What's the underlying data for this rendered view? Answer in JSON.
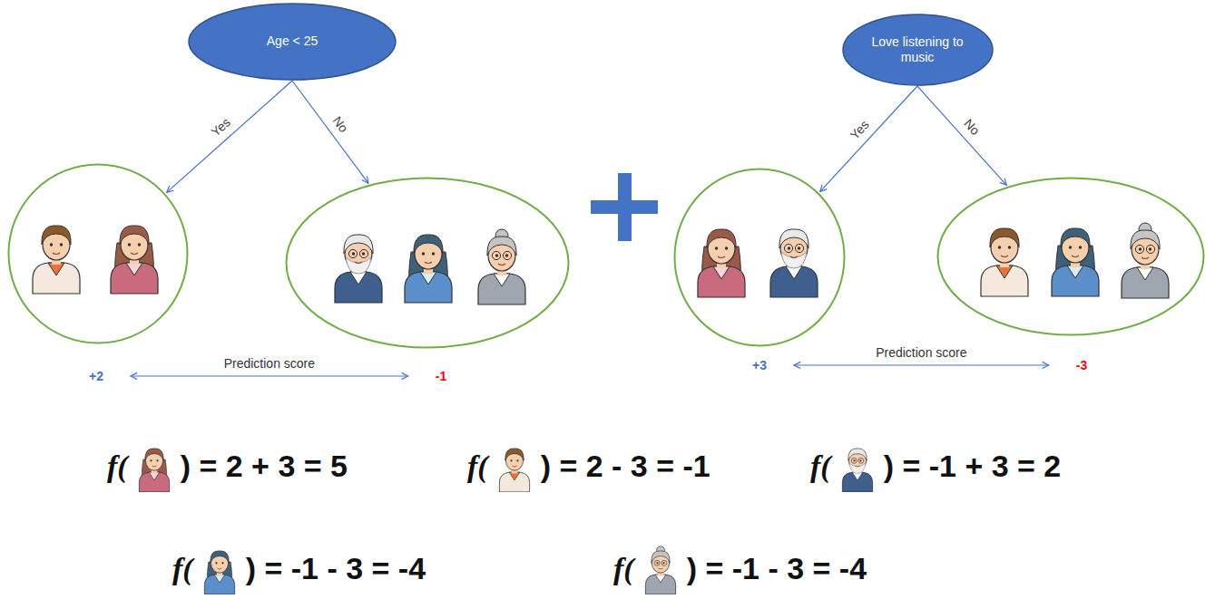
{
  "diagram": {
    "nodes": [
      {
        "text": [
          "Age < 25"
        ]
      },
      {
        "text": [
          "+2"
        ]
      },
      {
        "text": [
          "-1"
        ]
      },
      {
        "text": [
          "Love listening to music"
        ]
      },
      {
        "text": [
          "+3"
        ]
      },
      {
        "text": [
          "-3"
        ]
      }
    ],
    "edges": [
      {
        "from": 0,
        "to": 1,
        "label": "Yes",
        "arrow": "to"
      },
      {
        "from": 0,
        "to": 2,
        "label": "No",
        "arrow": "to"
      },
      {
        "from": 1,
        "to": 2,
        "label": "Prediction score",
        "arrow": "both"
      },
      {
        "from": 3,
        "to": 4,
        "label": "Yes",
        "arrow": "to"
      },
      {
        "from": 3,
        "to": 5,
        "label": "No",
        "arrow": "to"
      },
      {
        "from": 4,
        "to": 5,
        "label": "Prediction score",
        "arrow": "both"
      }
    ],
    "labels": [
      "f(",
      ") = 2 + 3 = 5",
      "f(",
      ") = 2 - 3 = -1",
      "f(",
      ") = -1 + 3 = 2",
      "f(",
      ") = -1 - 3 = -4",
      "f(",
      ") = -1 - 3 = -4"
    ]
  }
}
